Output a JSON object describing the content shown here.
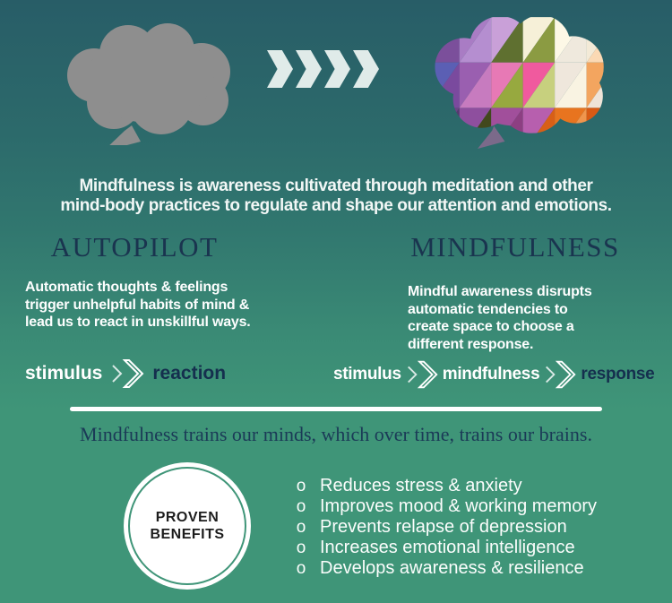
{
  "palette": {
    "bg_top": "#285d67",
    "bg_bottom": "#3f9578",
    "navy": "#1a344f",
    "white": "#ffffff",
    "gray_brain": "#8e8e8e",
    "arrow_light": "#e0ebe9",
    "badge_ring": "#3f9578",
    "badge_text": "#1d1d1d"
  },
  "intro": {
    "line1": "Mindfulness is awareness cultivated through meditation and other",
    "line2": "mind-body practices to regulate and shape our attention and emotions."
  },
  "columns": {
    "autopilot": {
      "title": "AUTOPILOT",
      "body_lines": [
        "Automatic thoughts & feelings",
        "trigger unhelpful habits of mind &",
        "lead us to react in unskillful ways."
      ],
      "flow": [
        "stimulus",
        "reaction"
      ]
    },
    "mindfulness": {
      "title": "MINDFULNESS",
      "body_lines": [
        "Mindful awareness disrupts",
        "automatic tendencies to",
        "create space to choose a",
        "different response."
      ],
      "flow": [
        "stimulus",
        "mindfulness",
        "response"
      ]
    }
  },
  "tagline": "Mindfulness trains our minds, which over time, trains our brains.",
  "benefits": {
    "badge_line1": "PROVEN",
    "badge_line2": "BENEFITS",
    "bullet": "o",
    "items": [
      "Reduces stress & anxiety",
      "Improves mood & working memory",
      "Prevents relapse of depression",
      "Increases emotional intelligence",
      "Develops awareness & resilience"
    ]
  }
}
